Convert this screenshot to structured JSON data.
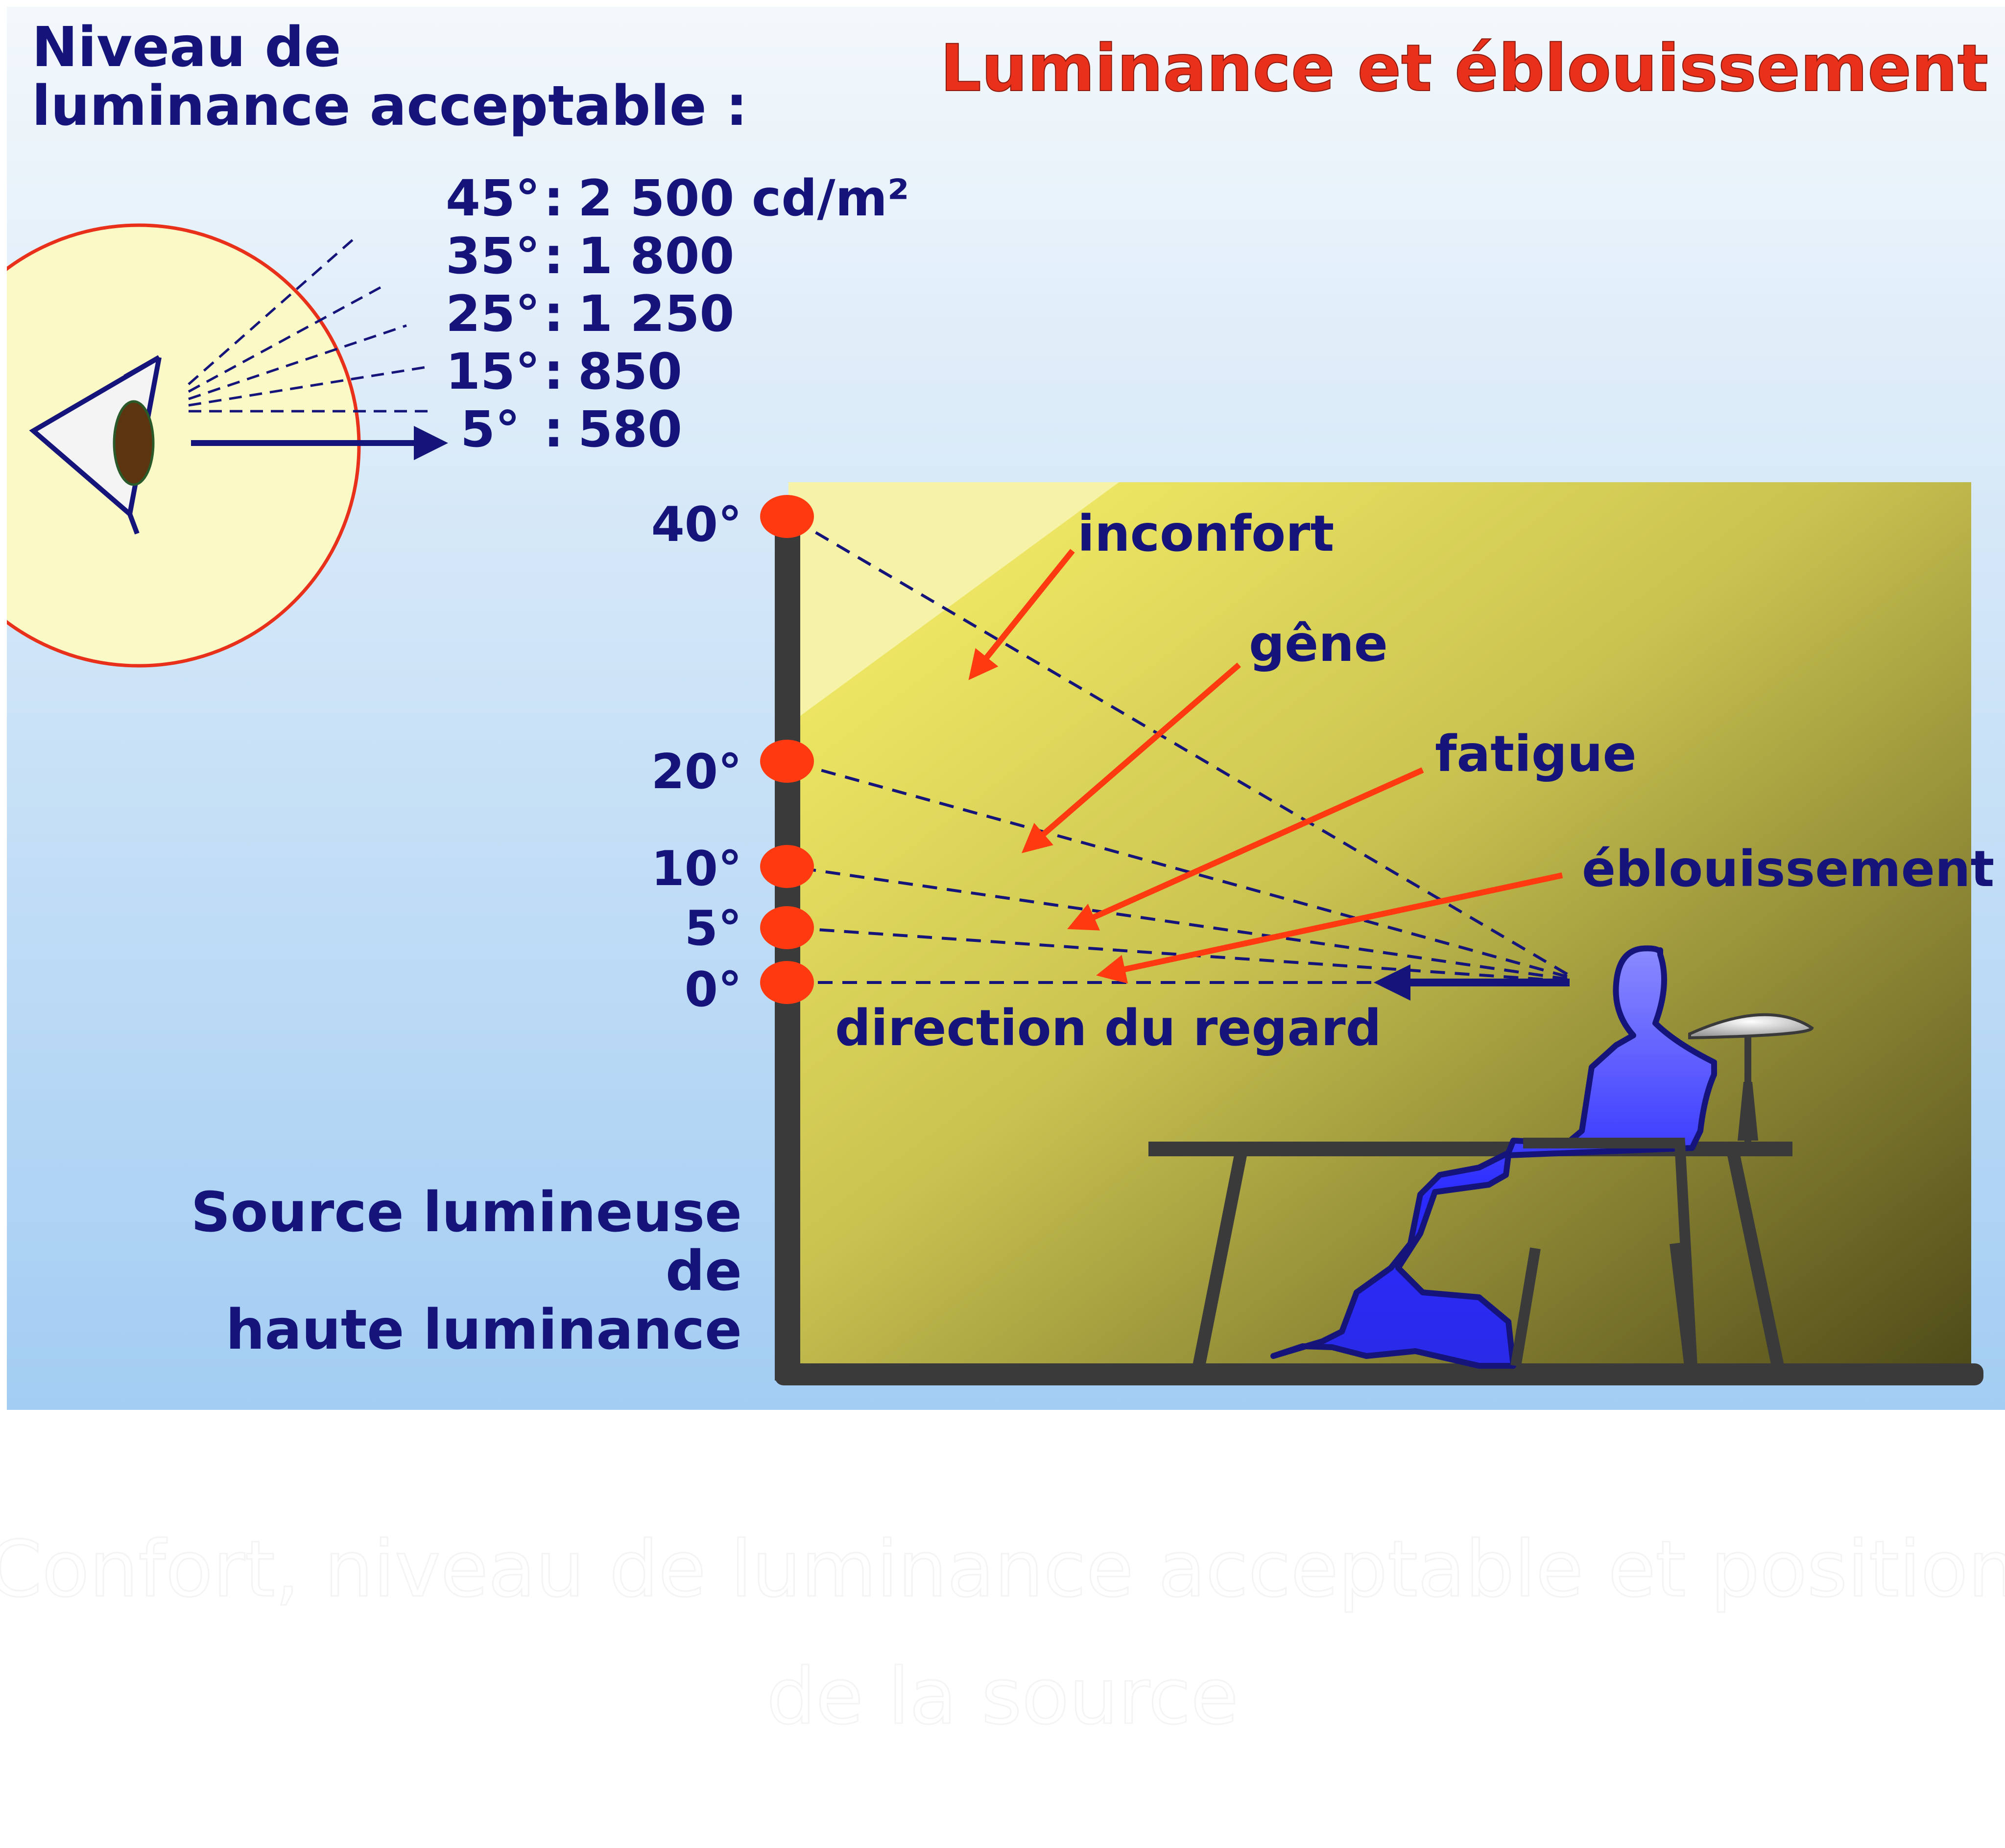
{
  "title": "Luminance et éblouissement",
  "acceptable_header": [
    "Niveau de",
    "luminance acceptable :"
  ],
  "acceptable_levels": [
    {
      "angle": "45°",
      "value": "2 500 cd/m²"
    },
    {
      "angle": "35°",
      "value": "1 800"
    },
    {
      "angle": "25°",
      "value": "1 250"
    },
    {
      "angle": "15°",
      "value": "850"
    },
    {
      "angle": "5°",
      "value": "580"
    }
  ],
  "wall_angles": [
    "40°",
    "20°",
    "10°",
    "5°",
    "0°"
  ],
  "zones": {
    "inconfort": "inconfort",
    "gene": "gêne",
    "fatigue": "fatigue",
    "eblouissement": "éblouissement"
  },
  "gaze_label": "direction du regard",
  "source_label": [
    "Source lumineuse",
    "de",
    "haute luminance"
  ],
  "caption": [
    "Confort, niveau de luminance acceptable et position",
    "de la source"
  ],
  "colors": {
    "title_red": "#e8301a",
    "navy_text": "#14147a",
    "marker_red": "#ff3a10",
    "person_blue": "#3a3aff",
    "room_yellow": "#f4f060",
    "room_dark": "#4e4a18"
  }
}
